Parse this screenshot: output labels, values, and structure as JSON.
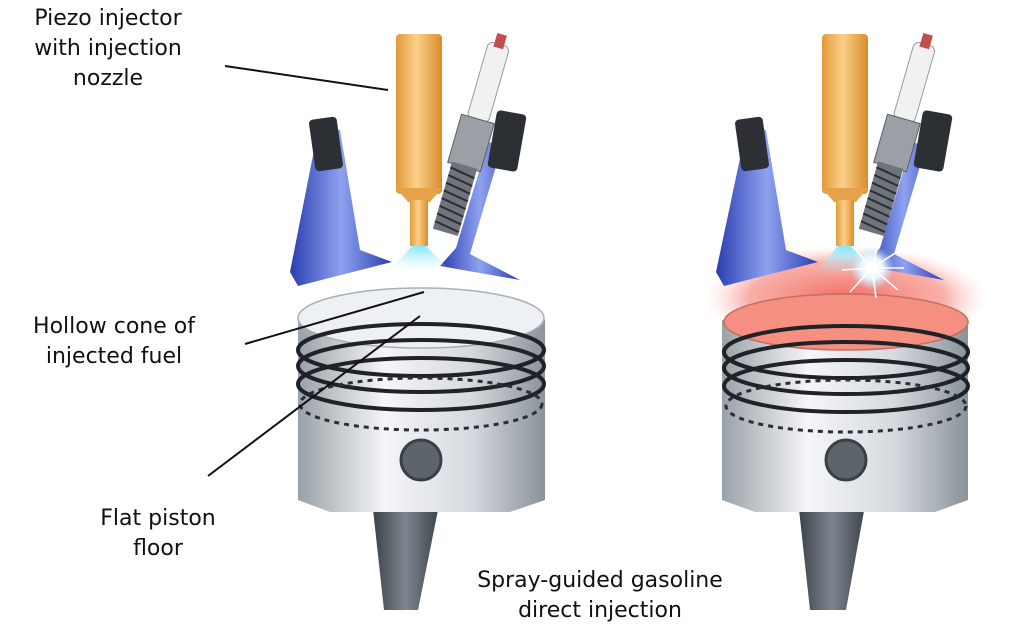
{
  "labels": {
    "injector": [
      "Piezo injector",
      "with injection",
      "nozzle"
    ],
    "cone": [
      "Hollow cone of",
      "injected fuel"
    ],
    "floor": [
      "Flat piston",
      "floor"
    ],
    "caption": [
      "Spray-guided gasoline",
      "direct injection"
    ]
  },
  "colors": {
    "injector_body": "#f4b35a",
    "injector_shade": "#d98c2a",
    "valve_blue": "#3a4fc4",
    "spray_blue": "#5fd2f5",
    "flame_red": "#f47a6e",
    "piston_silver": "#d4d8dc",
    "ring_dark": "#2a2d33",
    "rod_gray": "#5a6168"
  }
}
